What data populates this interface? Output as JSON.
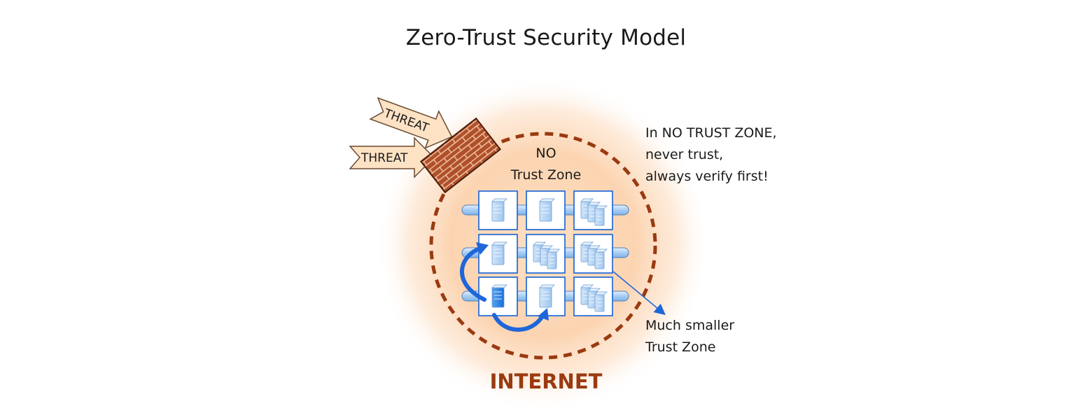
{
  "title": "Zero-Trust Security Model",
  "threats": [
    "THREAT",
    "THREAT"
  ],
  "zone": {
    "label": "NO\nTrust Zone"
  },
  "internet_label": "INTERNET",
  "note_top": "In NO TRUST ZONE,\nnever trust,\nalways verify first!",
  "note_bottom": "Much smaller\nTrust Zone",
  "colors": {
    "glow": "#fcc59a",
    "dashed_border": "#9a3a10",
    "brick": "#b0502a",
    "threat_fill": "#fde2c4",
    "box_border": "#2e6fd6",
    "pipe": "#a9cdf2",
    "arrow": "#1f66d9",
    "server_light": "#b9d8f6",
    "server_active": "#2f86e6",
    "internet_text": "#9a3a10"
  }
}
